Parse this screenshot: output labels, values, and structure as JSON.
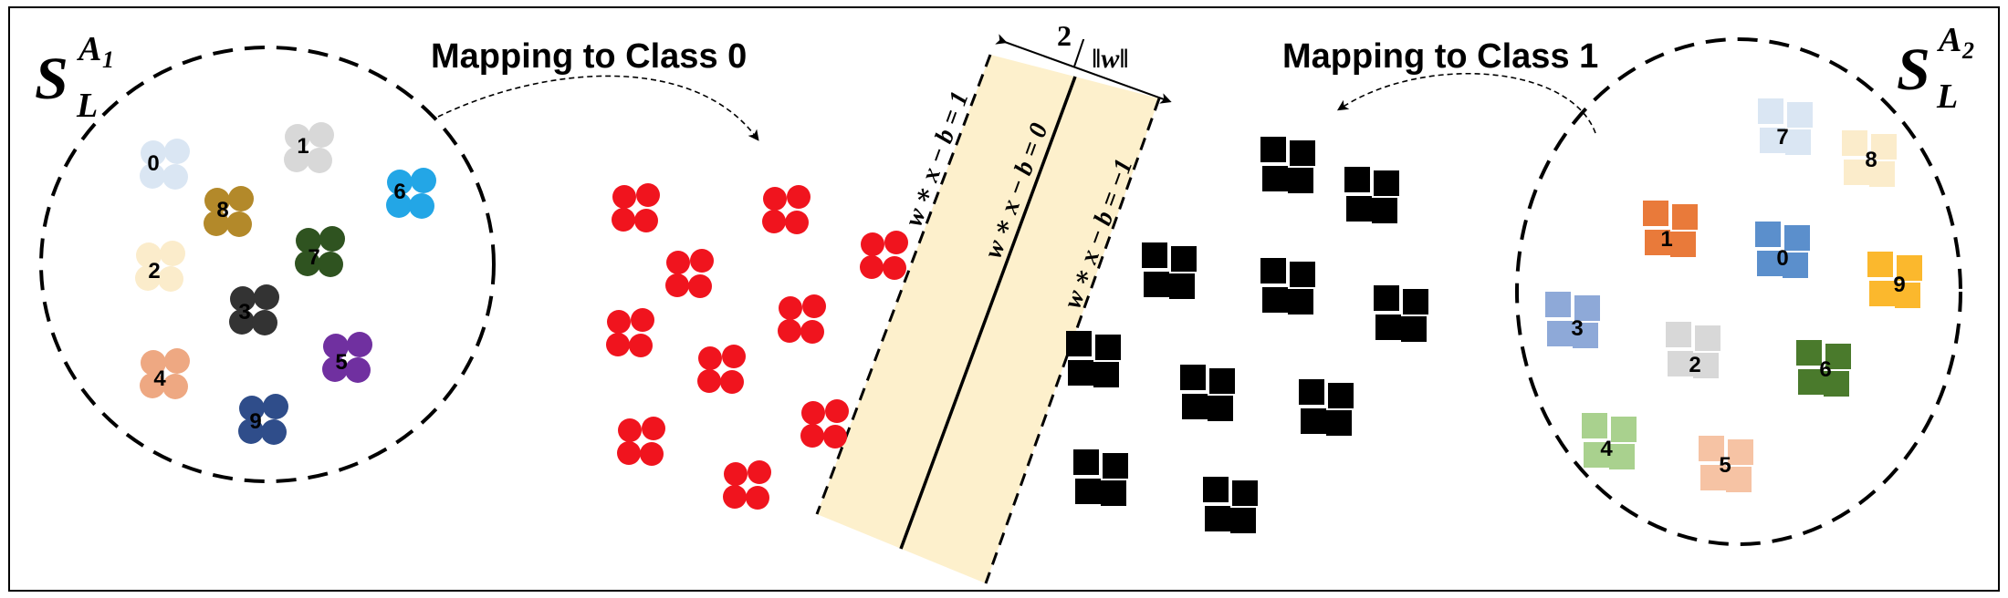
{
  "set_left": {
    "symbol": "S",
    "superscript": "A",
    "superscript_index": "1",
    "subscript": "L",
    "shape": "circle",
    "clusters": [
      {
        "label": "0",
        "color": "#dae6f3"
      },
      {
        "label": "1",
        "color": "#d8d8d8"
      },
      {
        "label": "6",
        "color": "#23a6e6"
      },
      {
        "label": "8",
        "color": "#b3892a"
      },
      {
        "label": "7",
        "color": "#2f5320"
      },
      {
        "label": "2",
        "color": "#fbeccb"
      },
      {
        "label": "3",
        "color": "#333333"
      },
      {
        "label": "4",
        "color": "#eea882"
      },
      {
        "label": "5",
        "color": "#7030a0"
      },
      {
        "label": "9",
        "color": "#2f4d8a"
      }
    ]
  },
  "set_right": {
    "symbol": "S",
    "superscript": "A",
    "superscript_index": "2",
    "subscript": "L",
    "shape": "square",
    "clusters": [
      {
        "label": "7",
        "color": "#dae6f3"
      },
      {
        "label": "8",
        "color": "#fbeccb"
      },
      {
        "label": "1",
        "color": "#e97a3a"
      },
      {
        "label": "0",
        "color": "#5b8fcc"
      },
      {
        "label": "9",
        "color": "#fbb82d"
      },
      {
        "label": "3",
        "color": "#8ea9d8"
      },
      {
        "label": "2",
        "color": "#d8d8d8"
      },
      {
        "label": "6",
        "color": "#4a7a2c"
      },
      {
        "label": "4",
        "color": "#a9d18e"
      },
      {
        "label": "5",
        "color": "#f6c3a4"
      }
    ]
  },
  "mapping_left_label": "Mapping to Class 0",
  "mapping_right_label": "Mapping to Class 1",
  "class0_color": "#f0141e",
  "class1_color": "#000000",
  "margin_band_color": "#fdf0cc",
  "margin": {
    "numerator": "2",
    "slash": "/",
    "norm": "‖w‖"
  },
  "hyperplanes": {
    "upper": "w ∗ x − b = 1",
    "middle": "w ∗ x − b = 0",
    "lower": "w ∗ x − b = −1"
  }
}
